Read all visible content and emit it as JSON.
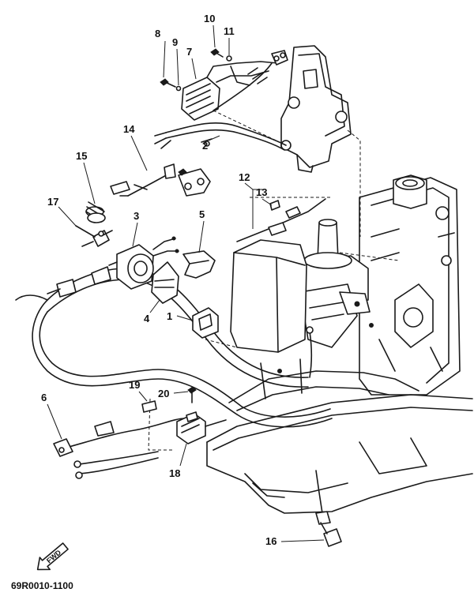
{
  "callouts": [
    "1",
    "2",
    "3",
    "4",
    "5",
    "6",
    "7",
    "8",
    "9",
    "10",
    "11",
    "12",
    "13",
    "14",
    "15",
    "16",
    "17",
    "18",
    "19",
    "20"
  ],
  "drawing_code": "69R0010-1100",
  "fwd_label": "FWD",
  "line_color": "#1a1a1a",
  "background": "#ffffff"
}
